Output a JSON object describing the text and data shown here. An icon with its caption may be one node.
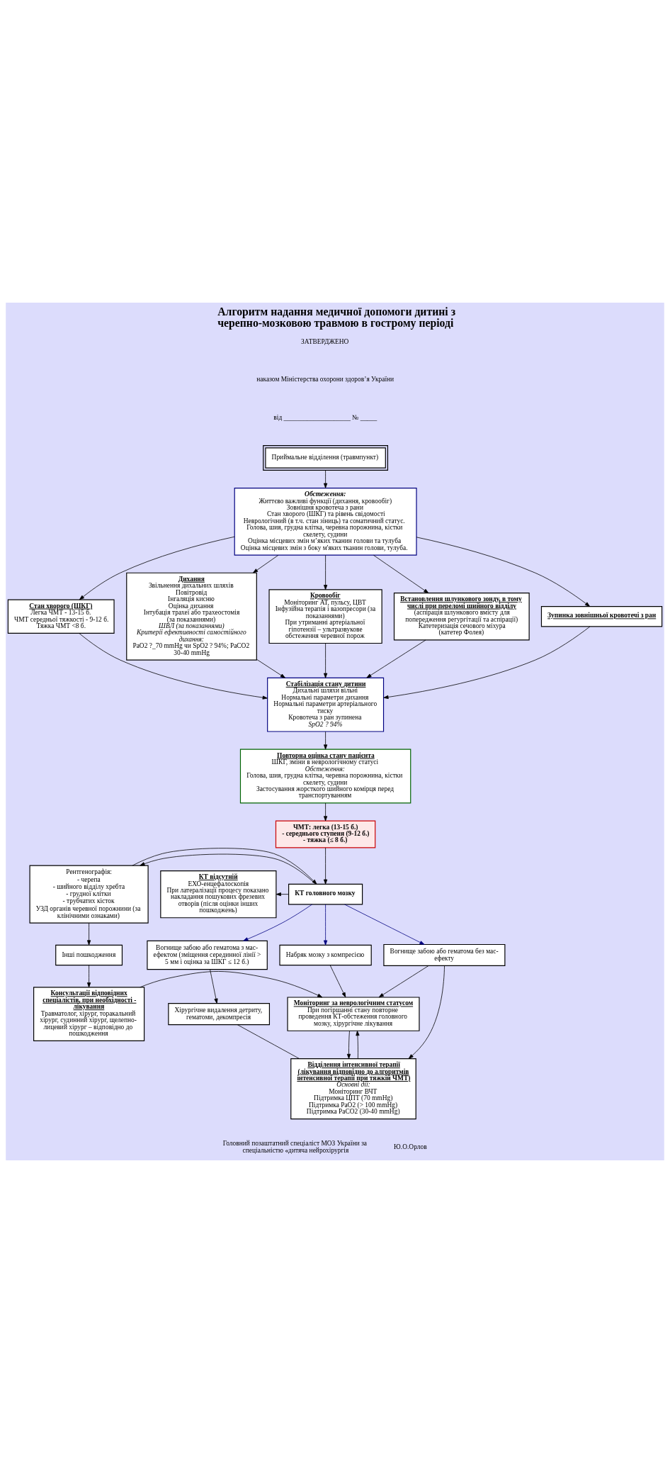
{
  "diagram": {
    "title": "Алгоритм надання медичної допомоги дитині з черепно-мозковою травмою в гострому періоді",
    "nodes": [
      {
        "text": [
          "Приймальне відділення (травмпункт)"
        ]
      },
      {
        "text": [
          "Обстеження:",
          "Життєво важливі функції (дихання, кровообіг)",
          "Зовнішня кровотеча з рани",
          "Стан хворого (ШКГ) та рівень свідомості",
          "Неврологічний (в т.ч. стан зіниць) та соматичний статус.",
          "Голова, шия, грудна клітка, черевна порожнина, кістки скелету, судини",
          "Оцінка місцевих змін м’яких тканин голови та тулуба",
          "Оцінка місцевих змін з боку м'яких тканин голови, тулуба."
        ]
      },
      {
        "text": [
          "Стан хворого (ШКГ)",
          "Легка ЧМТ - 13-15 б.",
          "ЧМТ середньої тяжкості - 9-12 б.",
          "Тяжка ЧМТ <8 б."
        ]
      },
      {
        "text": [
          "Дихання",
          "Звільнення дихальних шляхів",
          "Повітровід",
          "Інгаляція кисню",
          "Оцінка дихання",
          "Інтубація трахеї або трахеостомія (за показаннями)",
          "ШВЛ (за показаннями)",
          "Критерії ефективності самостійного дихання:",
          "PaO2 ?_70 mmHg чи SpO2 ? 94%; PaCO2 30-40 mmHg"
        ]
      },
      {
        "text": [
          "Кровообіг",
          "Моніторинг АТ, пульсу, ЦВТ",
          "Інфузійна терапія і вазопресори (за показаннями)",
          "При утриманні артеріальної гіпотензії – ультразвукове обстеження черевної порож"
        ]
      },
      {
        "text": [
          "Встановлення шлункового зонду, в тому числі при переломі шийного відділу",
          "(аспірація шлункового вмісту для попередження регургітації та аспірації)",
          "Катетеризація сечового міхура",
          "(катетер Фолея)"
        ]
      },
      {
        "text": [
          "Зупинка зовнішньої кровотечі з ран"
        ]
      },
      {
        "text": [
          "Стабілізація стану дитини",
          "Дихальні шляхи вільні",
          "Нормальні параметри дихання",
          "Нормальні параметри артеріального тиску",
          "Кровотеча з ран зупинена",
          "SpO2 ? 94%"
        ]
      },
      {
        "text": [
          "Повторна оцінка стану пацієнта",
          "ШКГ, зміни в неврологічному статусі",
          "Обстеження:",
          "Голова, шия, грудна клітка, черевна порожнина, кістки скелету, судини",
          "Застосування жорсткого шийного комірця перед транспортуванням"
        ]
      },
      {
        "text": [
          "ЧМТ: легка (13-15 б.)",
          "- середнього ступеня (9-12 б.)",
          "- тяжка (≤ 8 б.)"
        ]
      },
      {
        "text": [
          "КТ відсутній",
          "ЕХО-енцефалоскопія",
          "При латералізації процесу показано накладання пошукових фрезевих отворів (після оцінки інших пошкоджень)"
        ]
      },
      {
        "text": [
          "КТ головного мозку"
        ]
      },
      {
        "text": [
          "Рентгенографія:",
          "- черепа",
          "- шийного відділу хребта",
          "- грудної клітки",
          "- трубчатих кісток",
          "УЗД органів черевної порожнини (за клінічними ознаками)"
        ]
      },
      {
        "text": [
          "Вогнище забою або гематома з мас-ефектом (зміщення серединної лінії > 5 мм і оцінка за ШКГ ≤ 12 б.)"
        ]
      },
      {
        "text": [
          "Вогнище забою або гематома без мас-ефекту"
        ]
      },
      {
        "text": [
          "Набряк мозку з компресією"
        ]
      },
      {
        "text": [
          "Інші пошкодження"
        ]
      },
      {
        "text": [
          "Хірургічне видалення детриту, гематоми, декомпресія"
        ]
      },
      {
        "text": [
          "Моніторинг за неврологічним статусом",
          "При погіршанні стану повторне проведення КТ-обстеження головного мозку, хірургічне лікування"
        ]
      },
      {
        "text": [
          "Консультації відповідних спеціалістів, при необхідності - лікування",
          "Травматолог, хірург, торакальний хірург, судинний хірург, щелепно-лицевий хірург – відповідно до пошкодження"
        ]
      },
      {
        "text": [
          "Відділення інтенсивної терапії (лікування відповідно до алгоритмів інтенсивної терапії при тяжкій ЧМТ)",
          "Основні дії:",
          "Моніторинг ВЧТ",
          "Підтримка ЦПТ (70 mmHg)",
          "Підтримка PaO2 (> 100 mmHg)",
          "Підтримка PaCO2 (30-40 mmHg)"
        ]
      }
    ],
    "edges": [
      {
        "from": 0,
        "to": 1,
        "arrow": "to"
      },
      {
        "from": 1,
        "to": 2,
        "arrow": "to"
      },
      {
        "from": 1,
        "to": 3,
        "arrow": "to"
      },
      {
        "from": 1,
        "to": 4,
        "arrow": "to"
      },
      {
        "from": 1,
        "to": 5,
        "arrow": "to"
      },
      {
        "from": 1,
        "to": 6,
        "arrow": "to"
      },
      {
        "from": 2,
        "to": 7,
        "arrow": "to"
      },
      {
        "from": 3,
        "to": 7,
        "arrow": "to"
      },
      {
        "from": 4,
        "to": 7,
        "arrow": "to"
      },
      {
        "from": 5,
        "to": 7,
        "arrow": "to"
      },
      {
        "from": 6,
        "to": 7,
        "arrow": "to"
      },
      {
        "from": 7,
        "to": 8,
        "arrow": "to"
      },
      {
        "from": 8,
        "to": 9,
        "arrow": "to"
      },
      {
        "from": 9,
        "to": 11,
        "arrow": "to"
      },
      {
        "from": 11,
        "to": 10,
        "arrow": "to"
      },
      {
        "from": 11,
        "to": 12,
        "arrow": "to"
      },
      {
        "from": 12,
        "to": 11,
        "arrow": "to"
      },
      {
        "from": 11,
        "to": 13,
        "arrow": "to",
        "color": "#000080"
      },
      {
        "from": 11,
        "to": 14,
        "arrow": "to",
        "color": "#000080"
      },
      {
        "from": 11,
        "to": 15,
        "arrow": "to",
        "color": "#000080"
      },
      {
        "from": 12,
        "to": 16,
        "arrow": "to"
      },
      {
        "from": 13,
        "to": 17,
        "arrow": "to"
      },
      {
        "from": 17,
        "to": 20,
        "arrow": "none"
      },
      {
        "from": 14,
        "to": 20,
        "arrow": "to"
      },
      {
        "from": 14,
        "to": 18,
        "arrow": "to"
      },
      {
        "from": 15,
        "to": 18,
        "arrow": "to"
      },
      {
        "from": 16,
        "to": 19,
        "arrow": "to"
      },
      {
        "from": 19,
        "to": 18,
        "arrow": "to"
      },
      {
        "from": 18,
        "to": 20,
        "arrow": "to"
      },
      {
        "from": 20,
        "to": 18,
        "arrow": "to"
      }
    ],
    "labels": [
      "ЗАТВЕРДЖЕНО",
      "наказом Міністерства охорони здоров’я України",
      "від ____________________ № _____",
      "Головний позаштатний спеціаліст МОЗ України за спеціальністю «дитяча нейрохірургія",
      "Ю.О.Орлов"
    ]
  }
}
